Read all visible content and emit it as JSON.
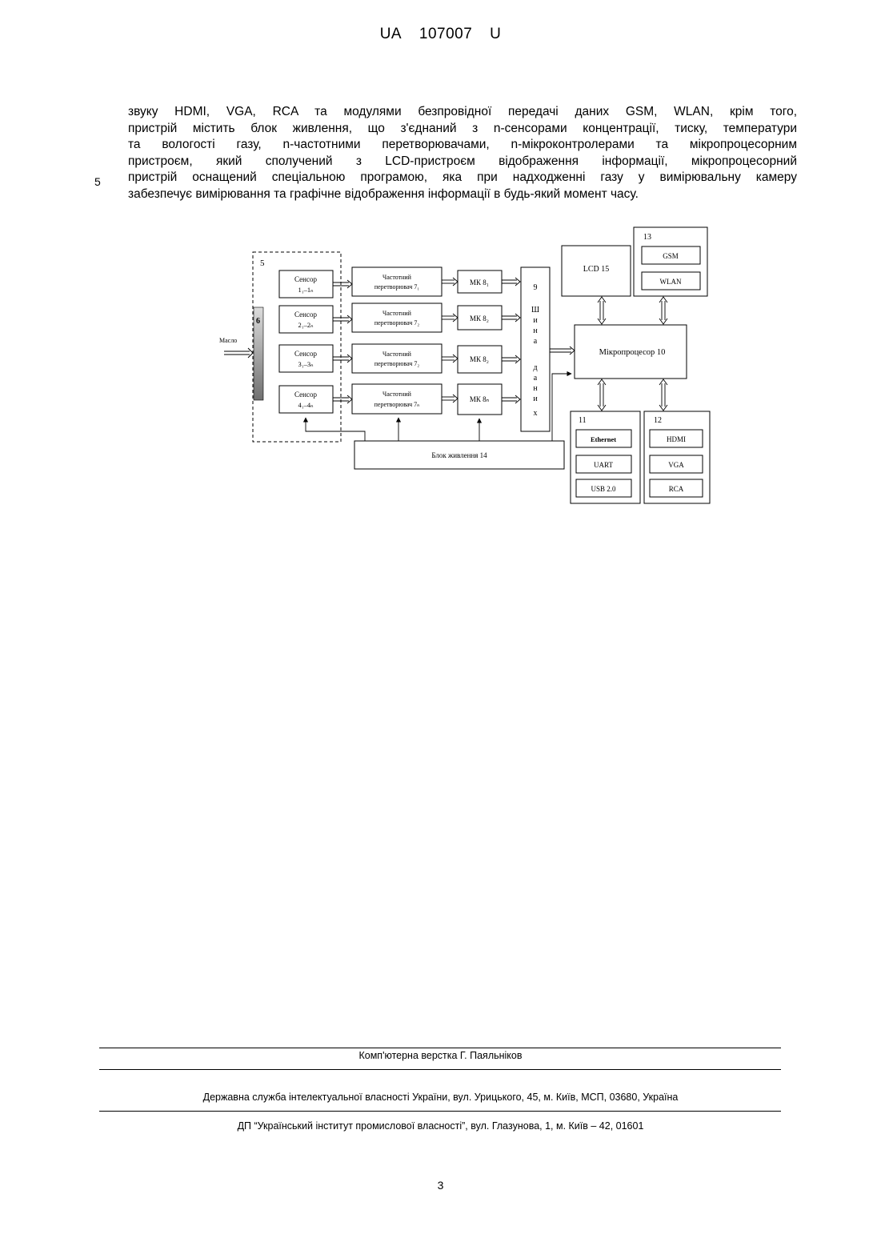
{
  "header": {
    "country": "UA",
    "number": "107007",
    "kind": "U"
  },
  "body_lines": [
    "звуку HDMI, VGA, RCA та модулями безпровідної передачі даних GSM, WLAN, крім того,",
    "пристрій містить блок живлення, що з'єднаний з n-сенсорами концентрації, тиску, температури",
    "та вологості газу, n-частотними перетворювачами, n-мікроконтролерами та мікропроцесорним",
    "пристроєм, який сполучений з LCD-пристроєм відображення інформації, мікропроцесорний",
    "пристрій оснащений спеціальною програмою, яка при надходженні газу у вимірювальну камеру",
    "забезпечує вимірювання та графічне відображення інформації в будь-який момент часу."
  ],
  "line_number": "5",
  "diagram": {
    "input_label": "Масло",
    "group5": "5",
    "block6": "6",
    "sensors": [
      {
        "name": "Сенсор",
        "sub": "1₁–1ₙ"
      },
      {
        "name": "Сенсор",
        "sub": "2₁–2ₙ"
      },
      {
        "name": "Сенсор",
        "sub": "3₁–3ₙ"
      },
      {
        "name": "Сенсор",
        "sub": "4₁–4ₙ"
      }
    ],
    "converters": [
      {
        "line1": "Частотний",
        "line2": "перетворювач 7₁"
      },
      {
        "line1": "Частотний",
        "line2": "перетворювач 7₂"
      },
      {
        "line1": "Частотний",
        "line2": "перетворювач 7₂"
      },
      {
        "line1": "Частотний",
        "line2": "перетворювач 7ₙ"
      }
    ],
    "mcus": [
      "МК 8₁",
      "МК 8₂",
      "МК 8₂",
      "МК 8ₙ"
    ],
    "bus_number": "9",
    "bus_letters": [
      "Ш",
      "и",
      "н",
      "а",
      "",
      "д",
      "а",
      "н",
      "и",
      "х"
    ],
    "lcd": "LCD 15",
    "group13": "13",
    "wireless": [
      "GSM",
      "WLAN"
    ],
    "processor": "Мікропроцесор 10",
    "group11": "11",
    "wired": [
      "Ethernet",
      "UART",
      "USB 2.0"
    ],
    "group12": "12",
    "av": [
      "HDMI",
      "VGA",
      "RCA"
    ],
    "power": "Блок живлення 14"
  },
  "footer": {
    "layout_credit": "Комп'ютерна верстка Г. Паяльніков",
    "office": "Державна служба інтелектуальної власності України, вул. Урицького, 45, м. Київ, МСП, 03680, Україна",
    "institute": "ДП “Український інститут промислової власності”, вул. Глазунова, 1, м. Київ – 42, 01601"
  },
  "page_number": "3"
}
